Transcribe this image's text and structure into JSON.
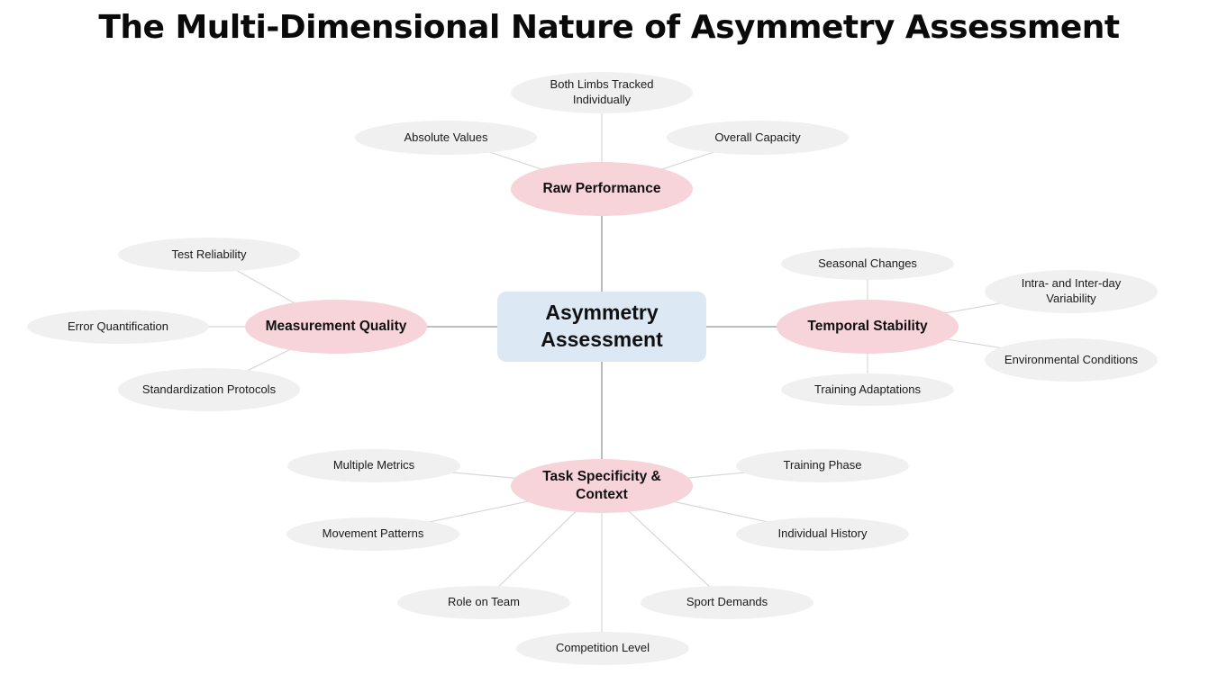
{
  "title": "The Multi-Dimensional Nature of Asymmetry Assessment",
  "center": "Asymmetry Assessment",
  "categories": {
    "raw_performance": {
      "label": "Raw Performance",
      "items": [
        "Both Limbs Tracked Individually",
        "Absolute Values",
        "Overall Capacity"
      ]
    },
    "measurement_quality": {
      "label": "Measurement Quality",
      "items": [
        "Test Reliability",
        "Error Quantification",
        "Standardization Protocols"
      ]
    },
    "temporal_stability": {
      "label": "Temporal Stability",
      "items": [
        "Seasonal Changes",
        "Intra- and Inter-day Variability",
        "Environmental Conditions",
        "Training Adaptations"
      ]
    },
    "task_specificity": {
      "label": "Task Specificity & Context",
      "items": [
        "Multiple Metrics",
        "Training Phase",
        "Movement Patterns",
        "Individual History",
        "Role on Team",
        "Sport Demands",
        "Competition Level"
      ]
    }
  },
  "colors": {
    "center_fill": "#dde8f5",
    "category_fill": "#f7d3da",
    "leaf_fill": "#f0f0f0",
    "main_link": "#a8a8a8",
    "leaf_link": "#d8d8d8"
  }
}
